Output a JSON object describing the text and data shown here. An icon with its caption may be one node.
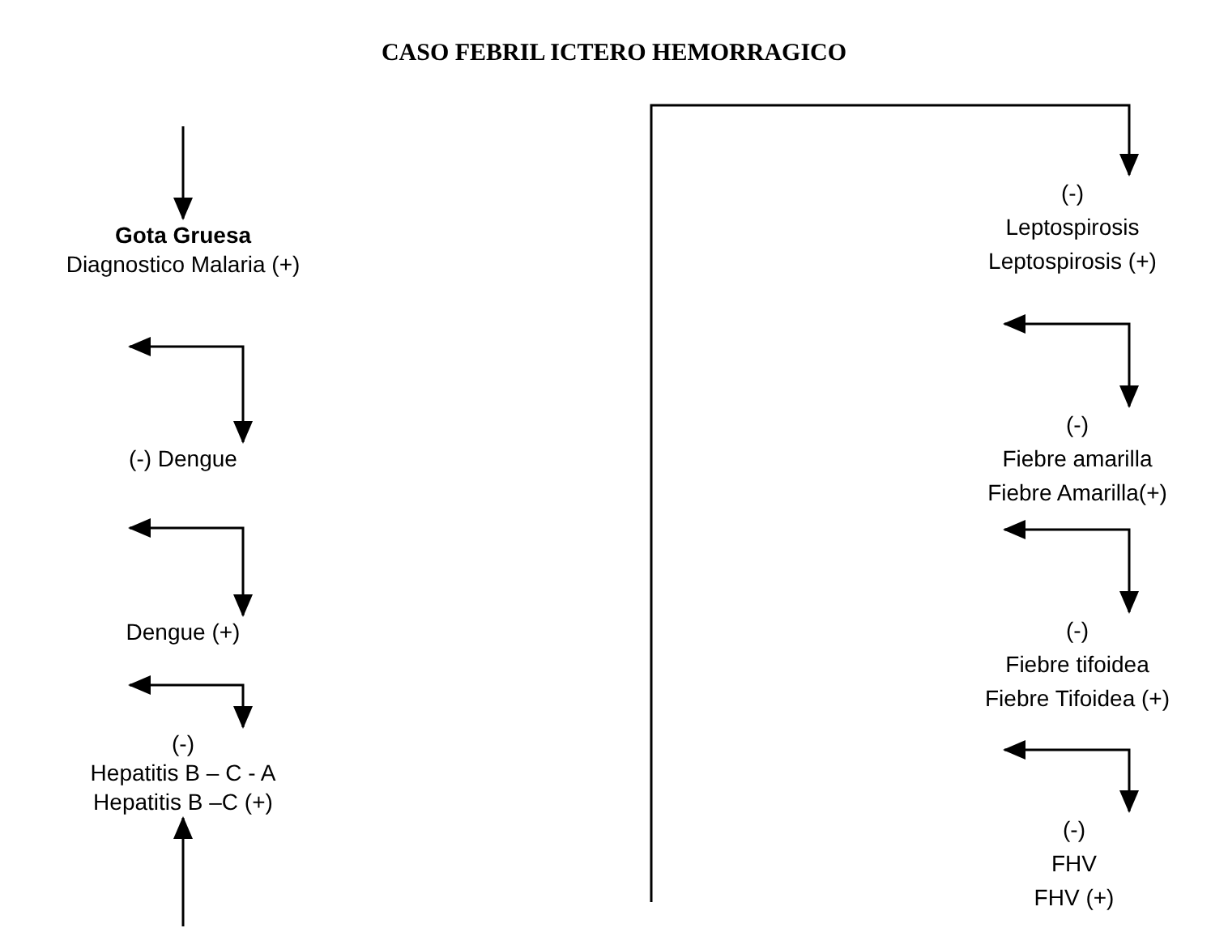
{
  "diagram": {
    "title": "CASO FEBRIL ICTERO HEMORRAGICO",
    "nodes": [
      {
        "text": [
          "Gota Gruesa",
          "Diagnostico Malaria (+)"
        ]
      },
      {
        "text": [
          "(-) Dengue"
        ]
      },
      {
        "text": [
          "Dengue (+)"
        ]
      },
      {
        "text": [
          "(-)",
          "Hepatitis B – C - A",
          "Hepatitis B –C (+)"
        ]
      },
      {
        "text": [
          "(-)",
          "Leptospirosis",
          "Leptospirosis (+)"
        ]
      },
      {
        "text": [
          "(-)",
          "Fiebre amarilla",
          "Fiebre Amarilla(+)"
        ]
      },
      {
        "text": [
          "(-)",
          "Fiebre tifoidea",
          "Fiebre Tifoidea (+)"
        ]
      },
      {
        "text": [
          "(-)",
          "FHV",
          "FHV (+)"
        ]
      }
    ],
    "edges": [
      {
        "from": null,
        "to": 0,
        "arrow": "to"
      },
      {
        "from": 0,
        "to": 1,
        "arrow": "both"
      },
      {
        "from": 1,
        "to": 2,
        "arrow": "both"
      },
      {
        "from": 2,
        "to": 3,
        "arrow": "both"
      },
      {
        "from": null,
        "to": 3,
        "arrow": "to"
      },
      {
        "from": null,
        "to": 4,
        "arrow": "to"
      },
      {
        "from": 4,
        "to": 5,
        "arrow": "both"
      },
      {
        "from": 5,
        "to": 6,
        "arrow": "both"
      },
      {
        "from": 6,
        "to": 7,
        "arrow": "both"
      }
    ]
  }
}
